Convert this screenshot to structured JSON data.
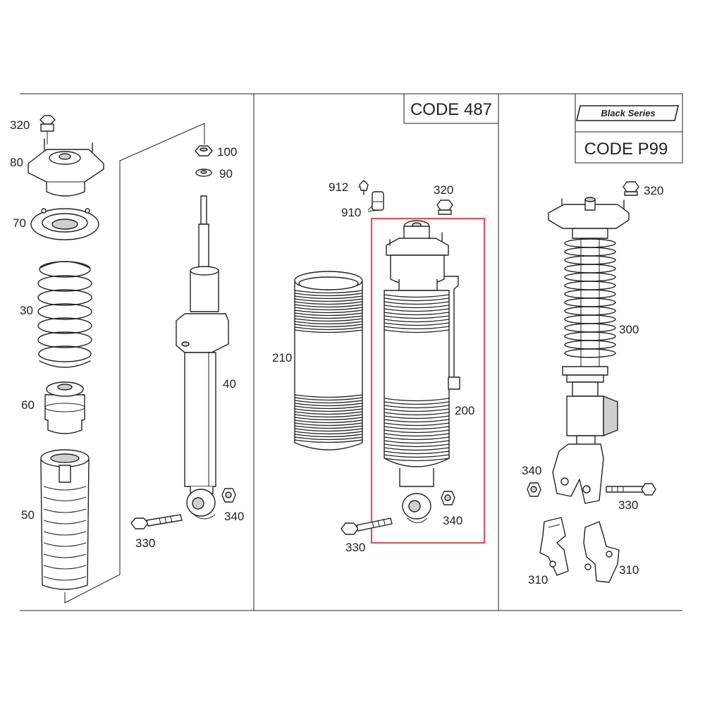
{
  "colors": {
    "ink": "#222222",
    "highlight": "#e0525f",
    "background": "#ffffff"
  },
  "codes": {
    "panel_2": "CODE 487",
    "panel_3": "CODE P99",
    "panel_3_series": "Black Series"
  },
  "labels": {
    "p1_320": "320",
    "p1_80": "80",
    "p1_70": "70",
    "p1_30": "30",
    "p1_60": "60",
    "p1_50": "50",
    "p1_100": "100",
    "p1_90": "90",
    "p1_40": "40",
    "p1_330": "330",
    "p1_340": "340",
    "p2_912": "912",
    "p2_910": "910",
    "p2_320": "320",
    "p2_210": "210",
    "p2_200": "200",
    "p2_330": "330",
    "p2_340": "340",
    "p3_320": "320",
    "p3_300": "300",
    "p3_340": "340",
    "p3_330": "330",
    "p3_310a": "310",
    "p3_310b": "310"
  }
}
